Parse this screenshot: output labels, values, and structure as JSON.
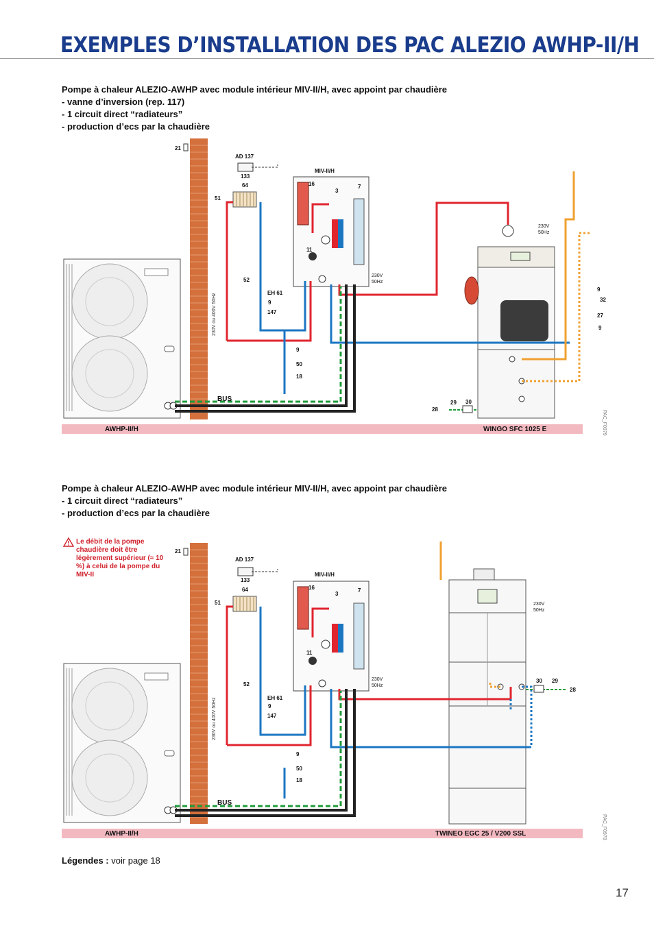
{
  "page": {
    "title": "EXEMPLES D’INSTALLATION DES PAC ALEZIO AWHP-II/H",
    "page_number": "17",
    "legend_label": "Légendes :",
    "legend_text": " voir page 18"
  },
  "colors": {
    "title": "#1a3c8c",
    "hot": "#e0252f",
    "cold": "#1b76c2",
    "bus": "#1f9b3a",
    "dhw": "#f0a030",
    "brick": "#d4703c",
    "baseline": "#f3b9c1"
  },
  "diagram1": {
    "caption": [
      "Pompe à chaleur ALEZIO-AWHP avec module intérieur MIV-II/H, avec appoint par chaudière",
      "- vanne d’inversion (rep. 117)",
      "- 1 circuit direct “radiateurs”",
      "- production d’ecs par la chaudière"
    ],
    "labels": {
      "n21": "21",
      "ad137": "AD 137",
      "n133": "133",
      "n64": "64",
      "n51": "51",
      "n52": "52",
      "eh61": "EH 61",
      "n9a": "9",
      "n147": "147",
      "n9b": "9",
      "n50": "50",
      "n18": "18",
      "miv": "MIV-II/H",
      "n16": "16",
      "n3": "3",
      "n7": "7",
      "n11": "11",
      "v230a": "230V",
      "hz50a": "50Hz",
      "v230b": "230V",
      "hz50b": "50Hz",
      "n9c": "9",
      "n32": "32",
      "n27": "27",
      "n9d": "9",
      "n29": "29",
      "n30": "30",
      "n28": "28",
      "bus": "BUS",
      "elec": "230V ou 400V 50Hz"
    },
    "left_unit": "AWHP-II/H",
    "right_unit": "WINGO SFC 1025 E",
    "ref": "PAC_F0979"
  },
  "diagram2": {
    "caption": [
      "Pompe à chaleur ALEZIO-AWHP avec module intérieur MIV-II/H, avec appoint par chaudière",
      "- 1 circuit direct “radiateurs”",
      "- production d’ecs par la chaudière"
    ],
    "warning": "Le débit de la pompe chaudière doit être légèrement supérieur (≈ 10 %) à celui de la pompe du MIV-II",
    "labels": {
      "n21": "21",
      "ad137": "AD 137",
      "n133": "133",
      "n64": "64",
      "n51": "51",
      "n52": "52",
      "eh61": "EH 61",
      "n9a": "9",
      "n147": "147",
      "n9b": "9",
      "n50": "50",
      "n18": "18",
      "miv": "MIV-II/H",
      "n16": "16",
      "n3": "3",
      "n7": "7",
      "n11": "11",
      "v230a": "230V",
      "hz50a": "50Hz",
      "v230b": "230V",
      "hz50b": "50Hz",
      "n30": "30",
      "n29": "29",
      "n28": "28",
      "bus": "BUS",
      "elec": "230V ou 400V 50Hz"
    },
    "left_unit": "AWHP-II/H",
    "right_unit": "TWINEO EGC 25 / V200 SSL",
    "ref": "PAC_F0978"
  }
}
